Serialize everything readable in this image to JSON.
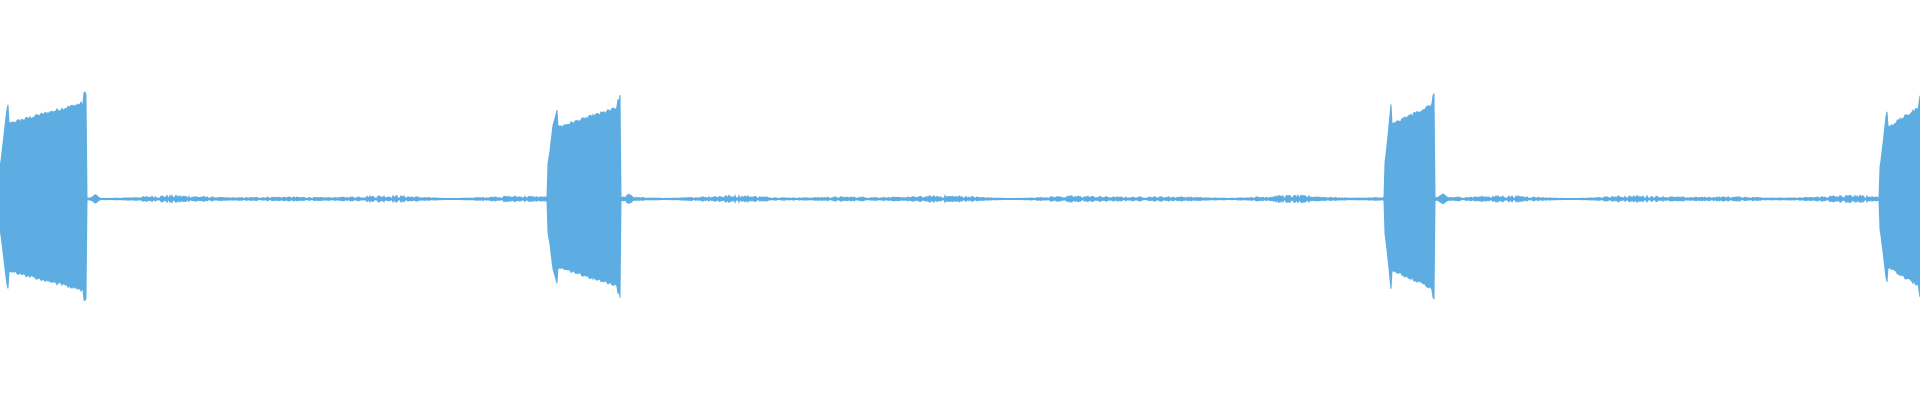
{
  "waveform": {
    "color": "#5dade2",
    "background": "#ffffff",
    "bursts": [
      {
        "start": 0.0,
        "end": 0.045,
        "attack": 0.1,
        "peak": 0.58
      },
      {
        "start": 0.285,
        "end": 0.323,
        "attack": 0.14,
        "peak": 0.55
      },
      {
        "start": 0.721,
        "end": 0.747,
        "attack": 0.14,
        "peak": 0.57
      },
      {
        "start": 0.979,
        "end": 1.0,
        "attack": 0.2,
        "peak": 0.55
      }
    ],
    "noise_floor": 0.04,
    "baseline_level": 0.003
  }
}
